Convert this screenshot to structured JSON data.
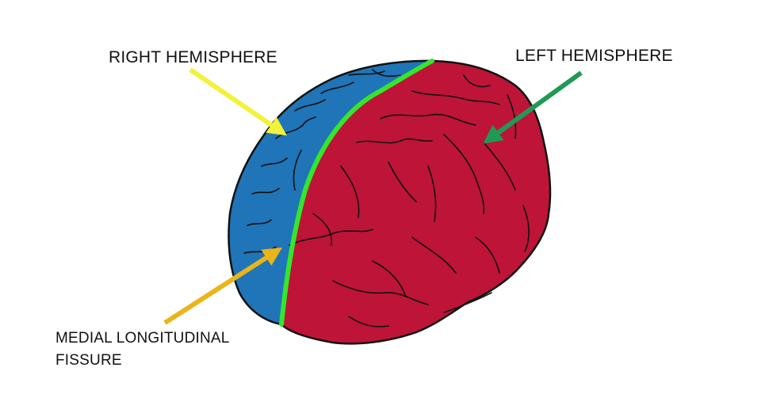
{
  "labels": {
    "right_hemisphere": "RIGHT HEMISPHERE",
    "left_hemisphere": "LEFT HEMISPHERE",
    "fissure_line1": "MEDIAL LONGITUDINAL",
    "fissure_line2": "FISSURE"
  },
  "colors": {
    "right_hemisphere": "#1f75b8",
    "left_hemisphere": "#be1437",
    "fissure": "#33e62e",
    "arrow_right_hemisphere": "#f2f23a",
    "arrow_left_hemisphere": "#1f9a55",
    "arrow_fissure": "#ebb419",
    "outline": "#111111"
  }
}
